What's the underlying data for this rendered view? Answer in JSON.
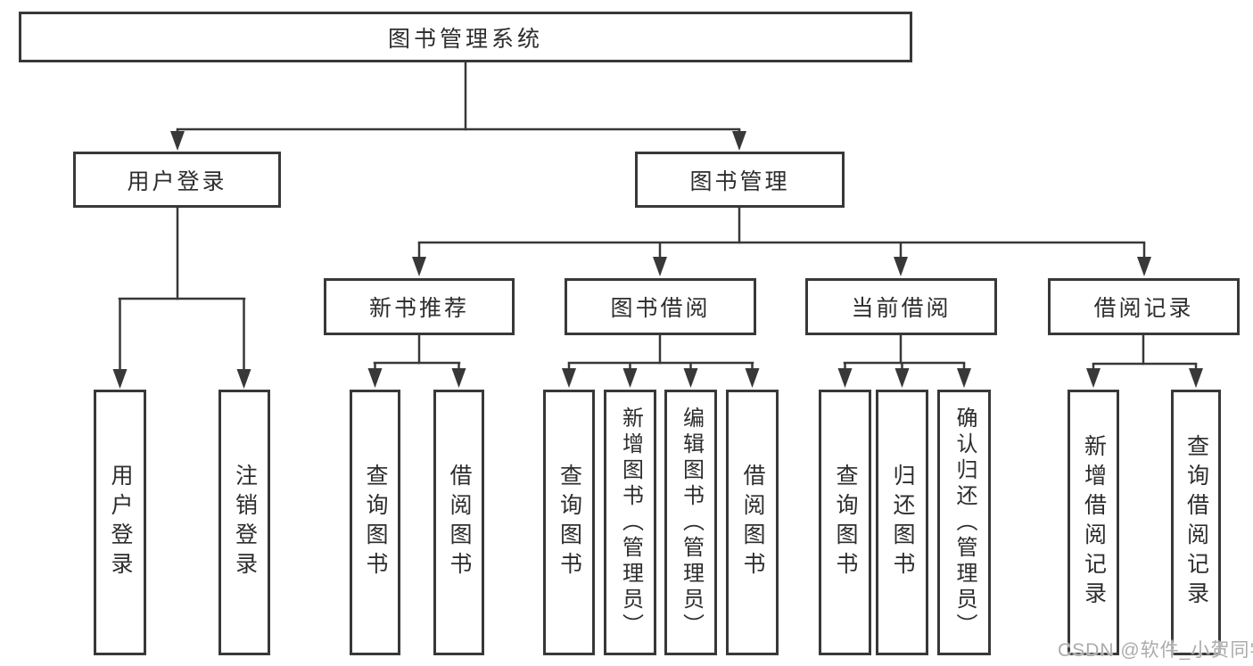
{
  "tree": {
    "root": "图书管理系统",
    "branches": [
      {
        "label": "用户登录",
        "children": [
          {
            "label": "用户登录"
          },
          {
            "label": "注销登录"
          }
        ]
      },
      {
        "label": "图书管理",
        "children": [
          {
            "label": "新书推荐",
            "children": [
              {
                "label": "查询图书"
              },
              {
                "label": "借阅图书"
              }
            ]
          },
          {
            "label": "图书借阅",
            "children": [
              {
                "label": "查询图书"
              },
              {
                "label": "新增图书（管理员）"
              },
              {
                "label": "编辑图书（管理员）"
              },
              {
                "label": "借阅图书"
              }
            ]
          },
          {
            "label": "当前借阅",
            "children": [
              {
                "label": "查询图书"
              },
              {
                "label": "归还图书"
              },
              {
                "label": "确认归还（管理员）"
              }
            ]
          },
          {
            "label": "借阅记录",
            "children": [
              {
                "label": "新增借阅记录"
              },
              {
                "label": "查询借阅记录"
              }
            ]
          }
        ]
      }
    ]
  },
  "watermark": "CSDN @软件_小贺同学",
  "colors": {
    "line": "#383838",
    "text": "#2d2d2d",
    "watermark": "#ababab",
    "background": "#ffffff"
  }
}
